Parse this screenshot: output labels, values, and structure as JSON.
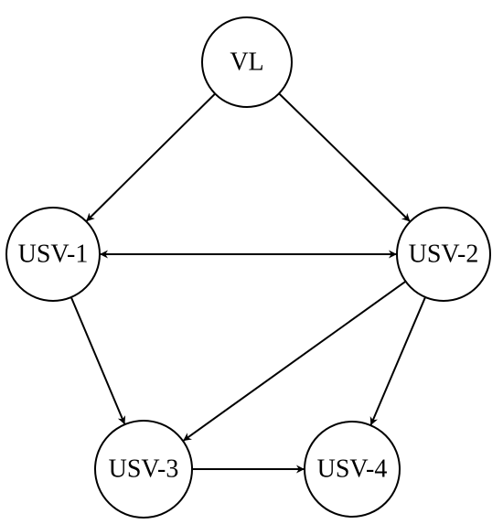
{
  "nodes": [
    {
      "id": "vl",
      "label": "VL"
    },
    {
      "id": "usv1",
      "label": "USV-1"
    },
    {
      "id": "usv2",
      "label": "USV-2"
    },
    {
      "id": "usv3",
      "label": "USV-3"
    },
    {
      "id": "usv4",
      "label": "USV-4"
    }
  ],
  "edges": [
    {
      "from": "vl",
      "to": "usv1",
      "bidirectional": false
    },
    {
      "from": "vl",
      "to": "usv2",
      "bidirectional": false
    },
    {
      "from": "usv1",
      "to": "usv2",
      "bidirectional": true
    },
    {
      "from": "usv1",
      "to": "usv3",
      "bidirectional": false
    },
    {
      "from": "usv2",
      "to": "usv3",
      "bidirectional": false
    },
    {
      "from": "usv2",
      "to": "usv4",
      "bidirectional": false
    },
    {
      "from": "usv3",
      "to": "usv4",
      "bidirectional": false
    }
  ],
  "colors": {
    "stroke": "#000000",
    "fill": "#ffffff"
  }
}
